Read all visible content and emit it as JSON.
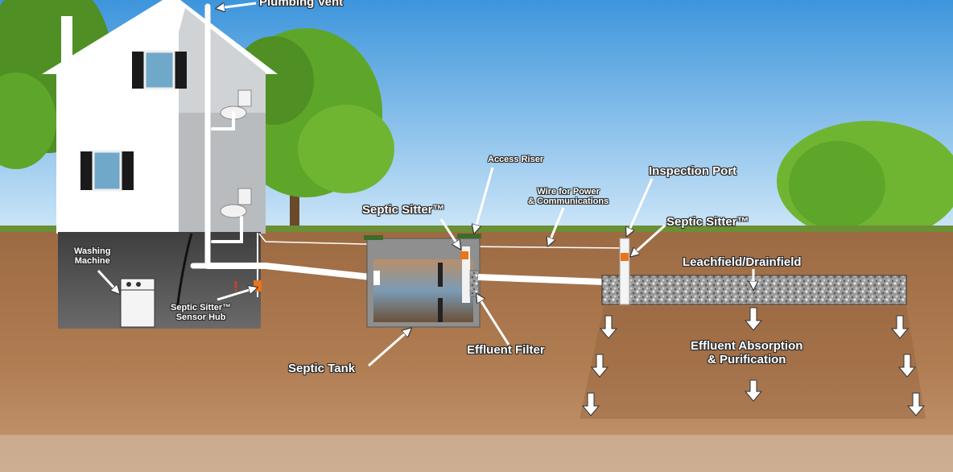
{
  "labels": {
    "plumbing_vent": "Plumbing Vent",
    "access_riser": "Access Riser",
    "wire_line1": "Wire for Power",
    "wire_line2": "& Communications",
    "inspection_port": "Inspection Port",
    "septic_sitter_tank": "Septic Sitter™",
    "septic_sitter_port": "Septic Sitter™",
    "leachfield": "Leachfield/Drainfield",
    "washing_line1": "Washing",
    "washing_line2": "Machine",
    "hub_line1": "Septic Sitter™",
    "hub_line2": "Sensor Hub",
    "septic_tank": "Septic Tank",
    "effluent_filter": "Effluent Filter",
    "absorption_line1": "Effluent Absorption",
    "absorption_line2": "& Purification"
  },
  "colors": {
    "sky_top": "#4a9fe0",
    "sky_bottom": "#cfe6f7",
    "soil": "#a9744a",
    "soil_dark": "#8a5a36",
    "grass": "#5f8f2e",
    "basement": "#4a4a4a",
    "house": "#ffffff",
    "tree": "#5ea629",
    "sensor": "#e8741c",
    "pipe": "#ffffff"
  }
}
